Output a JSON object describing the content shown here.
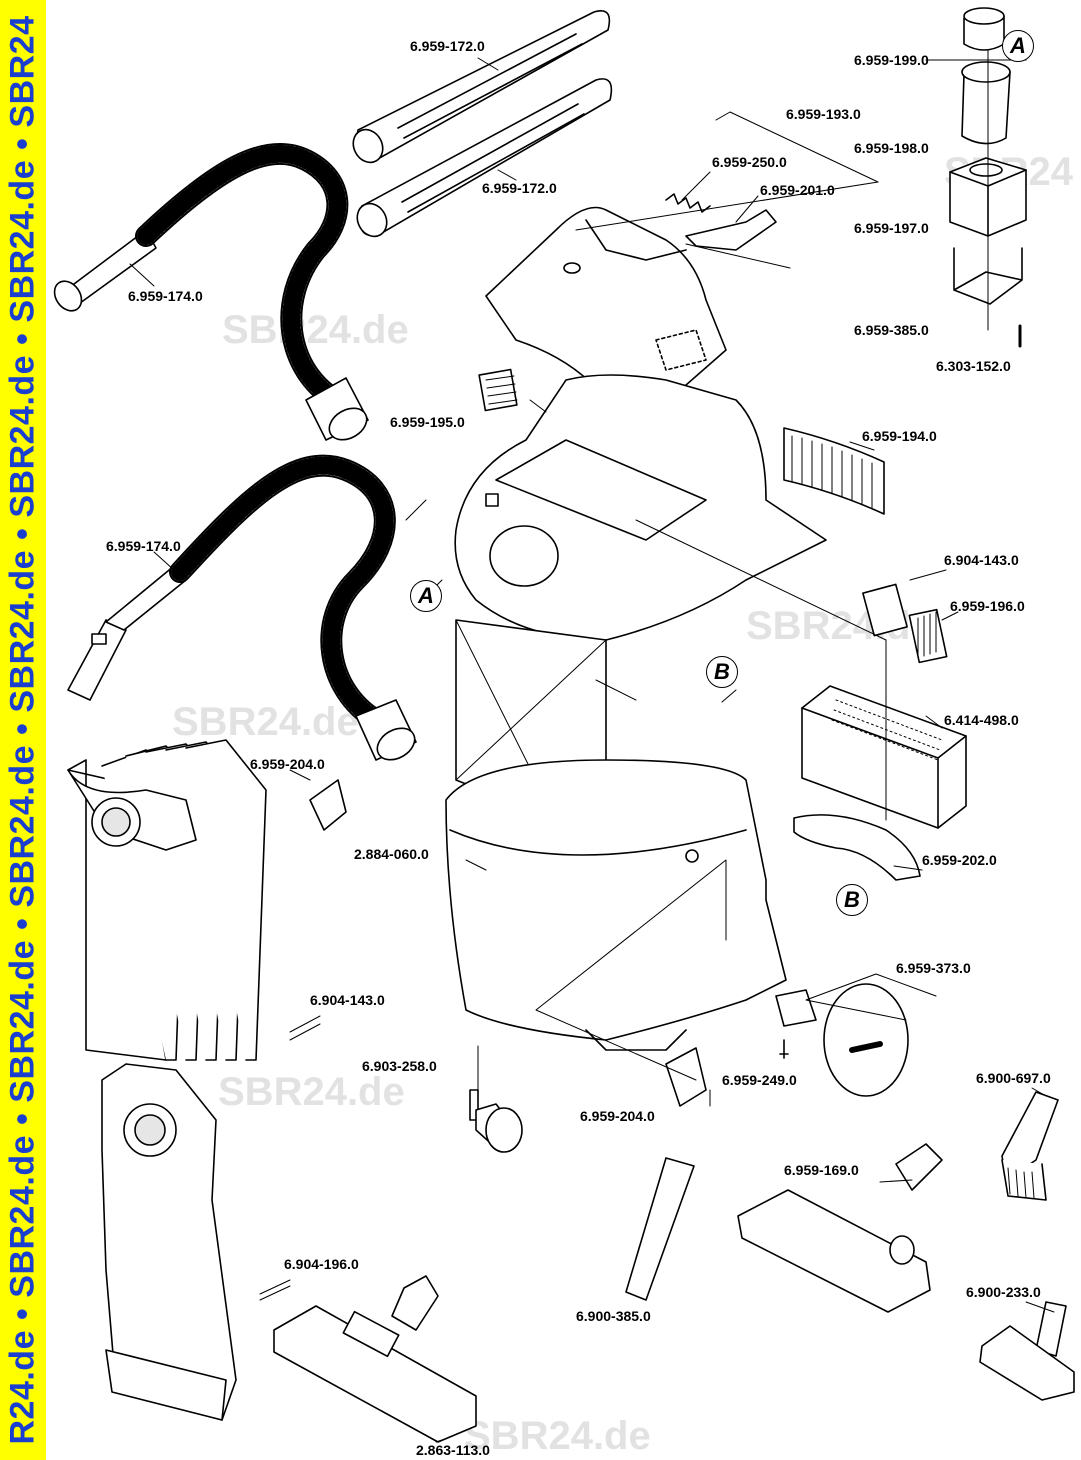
{
  "sidebar": {
    "text": "R24.de • SBR24.de • SBR24.de • SBR24.de • SBR24.de • SBR24.de • SBR24.de • SBR24"
  },
  "watermarks": [
    "SBR24.de",
    "SBR24.de",
    "SBR24.de",
    "SBR24.de",
    "SBR24",
    "SBR24.de"
  ],
  "markers": {
    "a": "A",
    "b": "B"
  },
  "parts": {
    "tube_1": "6.959-172.0",
    "tube_2": "6.959-172.0",
    "hose_1": "6.959-174.0",
    "hose_2": "6.959-174.0",
    "filter_cover": "6.959-193.0",
    "spring": "6.959-250.0",
    "clip": "6.959-201.0",
    "cap": "6.959-199.0",
    "sleeve": "6.959-198.0",
    "holder": "6.959-197.0",
    "bracket": "6.959-385.0",
    "screw": "6.303-152.0",
    "grille_small": "6.959-195.0",
    "foam_filter": "6.959-194.0",
    "pad": "6.904-143.0",
    "grille_right": "6.959-196.0",
    "cartridge": "6.414-498.0",
    "latch_left": "6.959-204.0",
    "container": "2.884-060.0",
    "handle": "6.959-202.0",
    "bags": "6.904-143.0",
    "caster": "6.903-258.0",
    "latch_bottom": "6.959-204.0",
    "wheel": "6.959-373.0",
    "wheel_screw": "6.959-249.0",
    "brush": "6.900-697.0",
    "floor_nozzle_right": "6.959-169.0",
    "crevice": "6.900-385.0",
    "bag_single": "6.904-196.0",
    "floor_nozzle_left": "2.863-113.0",
    "upholstery": "6.900-233.0"
  }
}
